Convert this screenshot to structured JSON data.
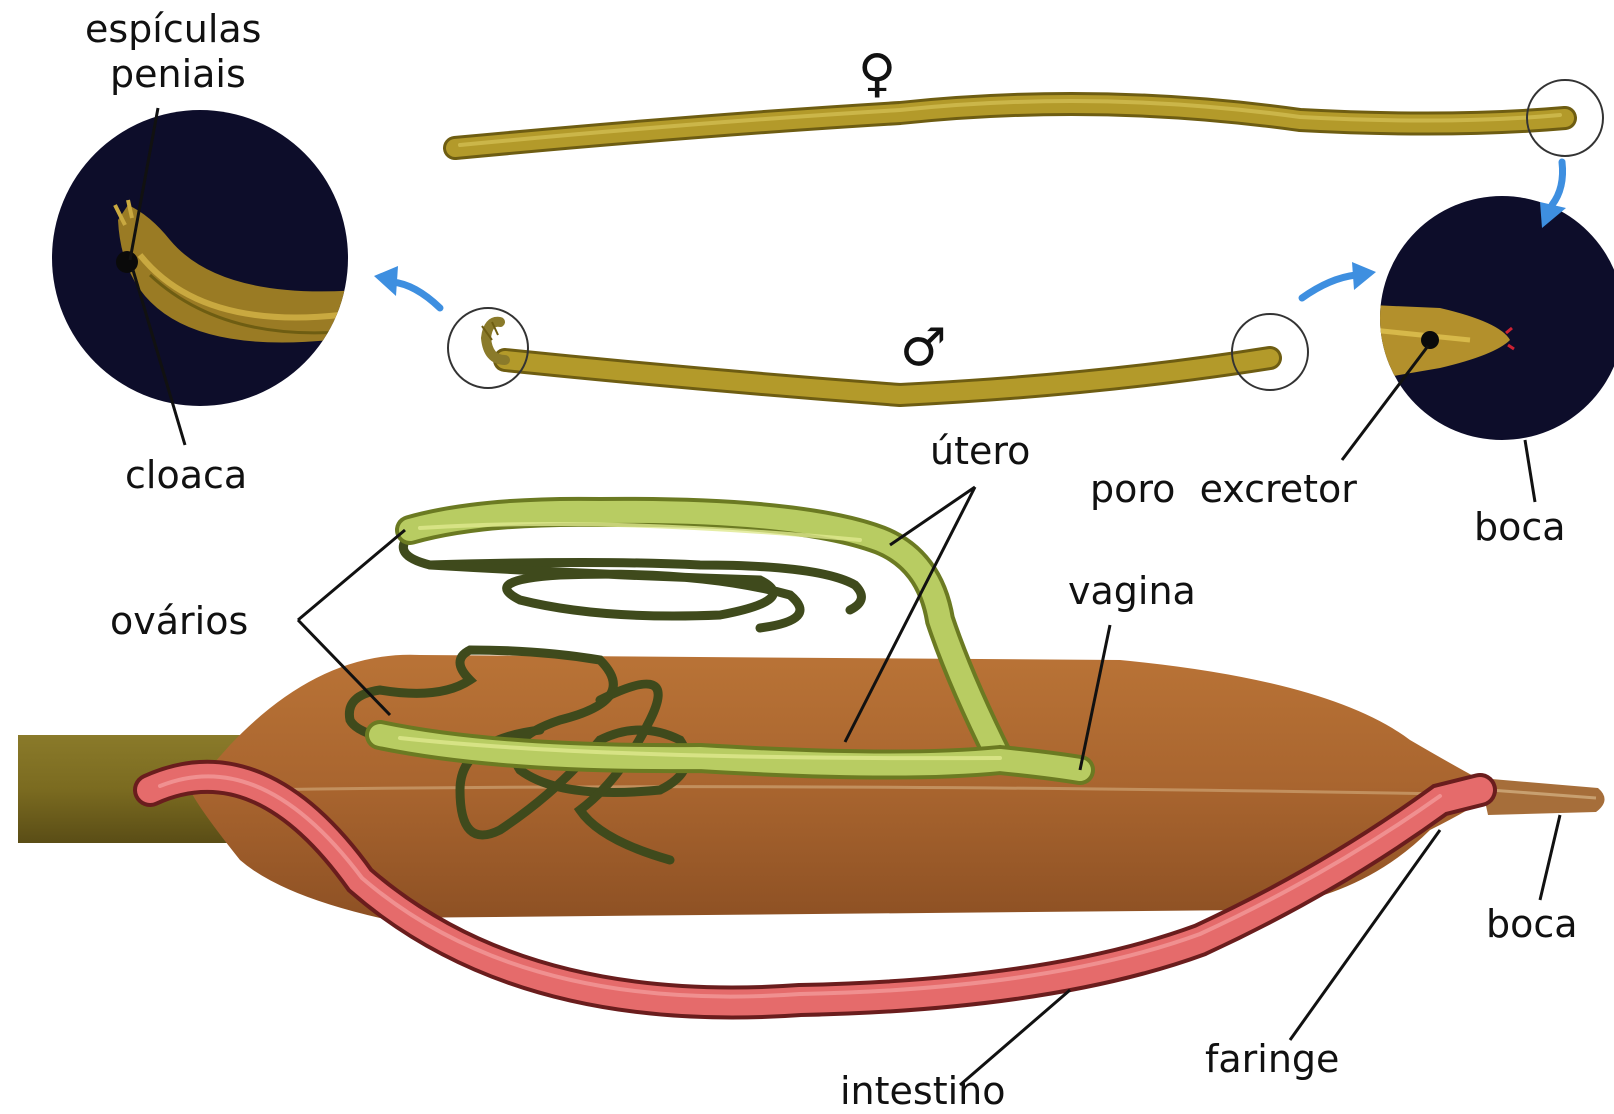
{
  "labels": {
    "espiculas": "espículas",
    "peniais": "peniais",
    "cloaca": "cloaca",
    "utero": "útero",
    "poro_excretor": "poro  excretor",
    "boca_top": "boca",
    "ovarios": "ovários",
    "vagina": "vagina",
    "boca_bottom": "boca",
    "faringe": "faringe",
    "intestino": "intestino"
  },
  "symbols": {
    "female": "♀",
    "male": "♂"
  },
  "colors": {
    "worm_body": "#b39a2a",
    "worm_edge": "#6e5d12",
    "dissected_body": "#a8642e",
    "intestine": "#e56b6b",
    "uterus": "#b8cc62",
    "magnifier": "#0d0d2a",
    "arrow": "#3e8fe0"
  }
}
